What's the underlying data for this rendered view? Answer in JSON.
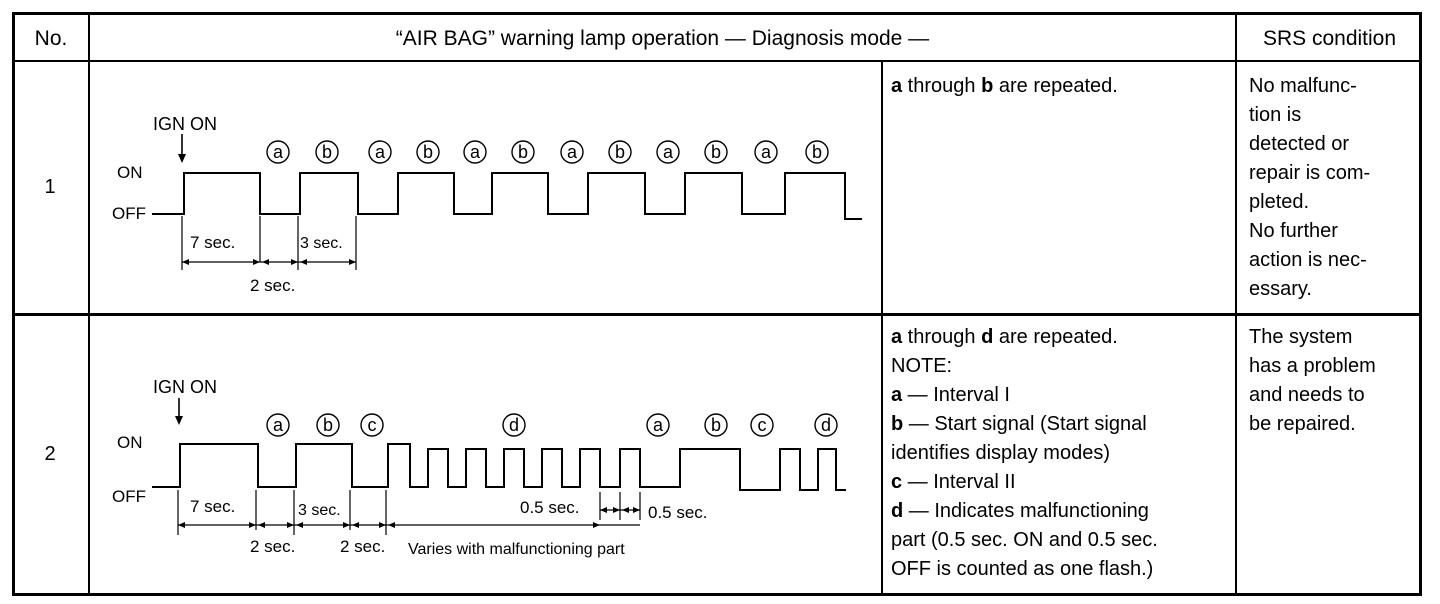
{
  "header": {
    "no": "No.",
    "operation": "“AIR BAG” warning lamp operation — Diagnosis mode —",
    "srs": "SRS condition"
  },
  "rows": [
    {
      "no": "1",
      "diagram": {
        "ign_on": "IGN ON",
        "on": "ON",
        "off": "OFF",
        "t7": "7 sec.",
        "t2": "2 sec.",
        "t3": "3 sec.",
        "labels": [
          "a",
          "b",
          "a",
          "b",
          "a",
          "b",
          "a",
          "b",
          "a",
          "b",
          "a",
          "b"
        ]
      },
      "note": {
        "k1": "a",
        "t1": " through ",
        "k2": "b",
        "t2": " are repeated."
      },
      "srs_lines": [
        "No malfunc-",
        "tion is",
        "detected or",
        "repair is com-",
        "pleted.",
        "No further",
        "action is nec-",
        "essary."
      ]
    },
    {
      "no": "2",
      "diagram": {
        "ign_on": "IGN ON",
        "on": "ON",
        "off": "OFF",
        "t7": "7 sec.",
        "t2a": "2 sec.",
        "t3": "3 sec.",
        "t2b": "2 sec.",
        "varies": "Varies with malfunctioning part",
        "half_a": "0.5 sec.",
        "half_b": "0.5 sec.",
        "labels": [
          "a",
          "b",
          "c",
          "d",
          "a",
          "b",
          "c",
          "d"
        ]
      },
      "note": {
        "l1k1": "a",
        "l1t1": " through ",
        "l1k2": "d",
        "l1t2": " are repeated.",
        "l2": "NOTE:",
        "l3k": "a",
        "l3t": " — Interval I",
        "l4k": "b",
        "l4t": " — Start signal (Start signal",
        "l5": "identifies display modes)",
        "l6k": "c",
        "l6t": " — Interval II",
        "l7k": "d",
        "l7t": " — Indicates malfunctioning",
        "l8": "part (0.5 sec. ON and 0.5 sec.",
        "l9": "OFF is counted as one flash.)"
      },
      "srs_lines": [
        "The system",
        "has a problem",
        "and needs to",
        "be repaired."
      ]
    }
  ]
}
